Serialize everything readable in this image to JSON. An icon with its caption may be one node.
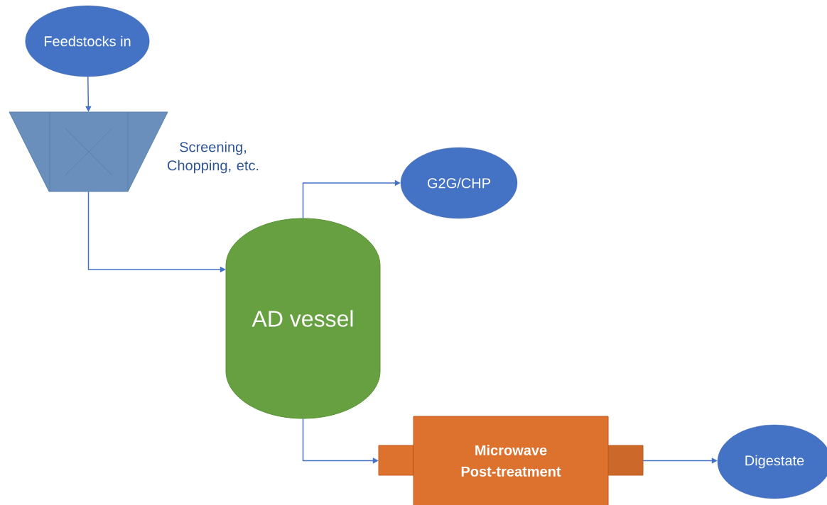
{
  "diagram": {
    "nodes": [
      {
        "text": [
          "Feedstocks in"
        ]
      },
      {
        "text": [],
        "shape": "hopper",
        "beside": [
          "Screening, Chopping, etc."
        ]
      },
      {
        "text": [
          "AD vessel"
        ]
      },
      {
        "text": [
          "G2G/CHP"
        ]
      },
      {
        "text": [
          "Microwave Post-treatment"
        ]
      },
      {
        "text": [
          "Digestate"
        ]
      }
    ],
    "edges": [
      {
        "from": 0,
        "to": 1,
        "arrow": "to"
      },
      {
        "from": 1,
        "to": 2,
        "arrow": "to"
      },
      {
        "from": 2,
        "to": 3,
        "arrow": "to"
      },
      {
        "from": 2,
        "to": 4,
        "arrow": "to"
      },
      {
        "from": 4,
        "to": 5,
        "arrow": "to"
      }
    ]
  }
}
